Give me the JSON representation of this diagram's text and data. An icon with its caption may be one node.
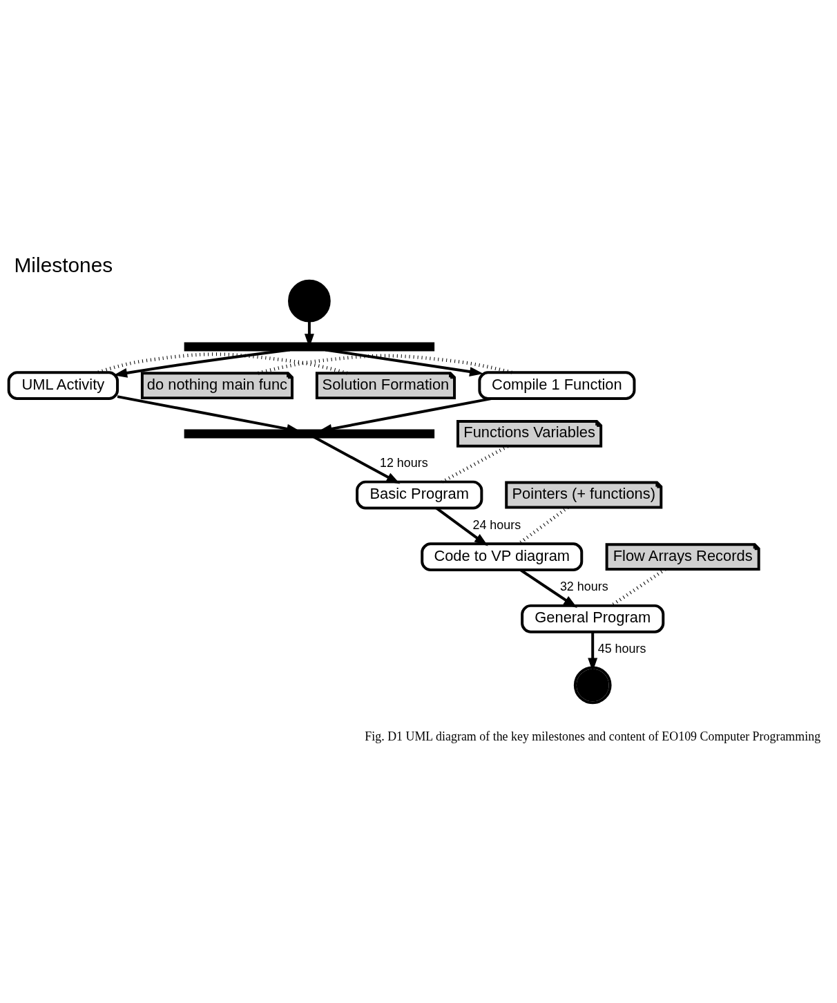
{
  "diagram": {
    "title": "Milestones",
    "caption": "Fig. D1 UML diagram of the key milestones and content of EO109 Computer Programming",
    "nodes": [
      {
        "text": [],
        "shape": "circle"
      },
      {
        "text": [],
        "shape": "bar"
      },
      {
        "text": [
          "UML Activity"
        ]
      },
      {
        "text": [
          "Compile 1 Function"
        ]
      },
      {
        "text": [],
        "shape": "bar"
      },
      {
        "text": [
          "Solution Formation"
        ]
      },
      {
        "text": [
          "do nothing main func"
        ]
      },
      {
        "text": [
          "Basic Program"
        ]
      },
      {
        "text": [
          "Functions Variables"
        ]
      },
      {
        "text": [
          "Code to VP diagram"
        ]
      },
      {
        "text": [
          "Pointers (+ functions)"
        ]
      },
      {
        "text": [
          "Flow Arrays Records"
        ]
      },
      {
        "text": [
          "General Program"
        ]
      },
      {
        "text": [],
        "shape": "circle"
      }
    ],
    "edges": [
      {
        "from": 0,
        "to": 1,
        "arrow": "to"
      },
      {
        "from": 1,
        "to": 2,
        "arrow": "to"
      },
      {
        "from": 1,
        "to": 3,
        "arrow": "to"
      },
      {
        "from": 2,
        "to": 4,
        "arrow": "to"
      },
      {
        "from": 3,
        "to": 4,
        "arrow": "to"
      },
      {
        "from": 5,
        "to": 2,
        "arrow": "none",
        "style": "dashed"
      },
      {
        "from": 6,
        "to": 3,
        "arrow": "none",
        "style": "dashed"
      },
      {
        "from": 4,
        "to": 7,
        "arrow": "to",
        "label": "12 hours"
      },
      {
        "from": 8,
        "to": 7,
        "arrow": "none",
        "style": "dashed"
      },
      {
        "from": 7,
        "to": 9,
        "arrow": "to",
        "label": "24 hours"
      },
      {
        "from": 10,
        "to": 9,
        "arrow": "none",
        "style": "dashed"
      },
      {
        "from": 9,
        "to": 12,
        "arrow": "to",
        "label": "32 hours"
      },
      {
        "from": 11,
        "to": 12,
        "arrow": "none",
        "style": "dashed"
      },
      {
        "from": 12,
        "to": 13,
        "arrow": "to",
        "label": "45 hours"
      }
    ]
  }
}
